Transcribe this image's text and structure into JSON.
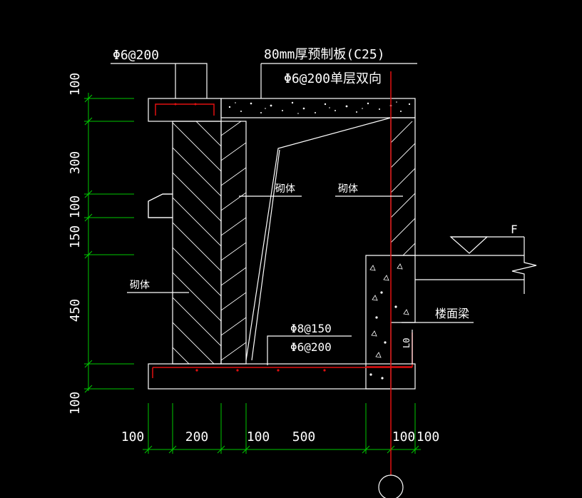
{
  "labels": {
    "top_rebar": "Φ6@200",
    "slab_title": "80mm厚预制板(C25)",
    "slab_rebar": "Φ6@200单层双向",
    "masonry_inner_left": "砌体",
    "masonry_inner_right": "砌体",
    "masonry_outer": "砌体",
    "bottom_rebar_1": "Φ8@150",
    "bottom_rebar_2": "Φ6@200",
    "floor_beam": "楼面梁",
    "level_mark": "F",
    "lo_mark": "L0"
  },
  "vertical_dims": [
    "100",
    "300",
    "100",
    "150",
    "450",
    "100"
  ],
  "horizontal_dims": [
    "100",
    "200",
    "100",
    "500",
    "100",
    "100"
  ],
  "colors": {
    "background": "#000000",
    "lines": "#ffffff",
    "dimensions": "#00c800",
    "rebar_axis": "#e01010"
  }
}
